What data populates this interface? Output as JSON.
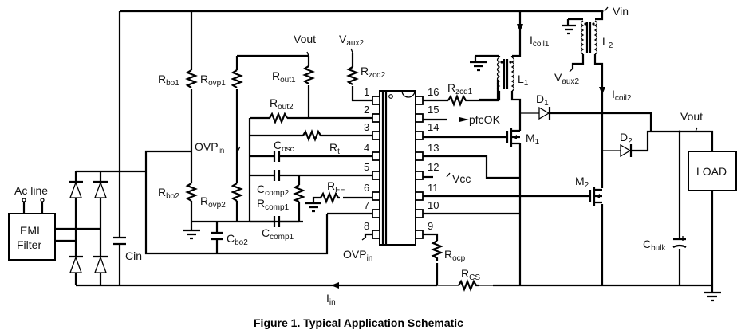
{
  "caption": "Figure 1. Typical Application Schematic",
  "inputs": {
    "ac_line": "Ac line",
    "emi_filter_line1": "EMI",
    "emi_filter_line2": "Filter"
  },
  "components": {
    "cin": "Cin",
    "rbo1": {
      "main": "R",
      "sub": "bo1"
    },
    "rbo2": {
      "main": "R",
      "sub": "bo2"
    },
    "rovp1": {
      "main": "R",
      "sub": "ovp1"
    },
    "rovp2": {
      "main": "R",
      "sub": "ovp2"
    },
    "rout1": {
      "main": "R",
      "sub": "out1"
    },
    "rout2": {
      "main": "R",
      "sub": "out2"
    },
    "rt": {
      "main": "R",
      "sub": "t"
    },
    "cosc": {
      "main": "C",
      "sub": "osc"
    },
    "ccomp2": {
      "main": "C",
      "sub": "comp2"
    },
    "rcomp1": {
      "main": "R",
      "sub": "comp1"
    },
    "ccomp1": {
      "main": "C",
      "sub": "comp1"
    },
    "rff": {
      "main": "R",
      "sub": "FF"
    },
    "cbo2": {
      "main": "C",
      "sub": "bo2"
    },
    "rzcd2": {
      "main": "R",
      "sub": "zcd2"
    },
    "rzcd1": {
      "main": "R",
      "sub": "zcd1"
    },
    "rocp": {
      "main": "R",
      "sub": "ocp"
    },
    "rcs": {
      "main": "R",
      "sub": "CS"
    },
    "l1": {
      "main": "L",
      "sub": "1"
    },
    "l2": {
      "main": "L",
      "sub": "2"
    },
    "d1": {
      "main": "D",
      "sub": "1"
    },
    "d2": {
      "main": "D",
      "sub": "2"
    },
    "m1": {
      "main": "M",
      "sub": "1"
    },
    "m2": {
      "main": "M",
      "sub": "2"
    },
    "cbulk": {
      "main": "C",
      "sub": "bulk"
    },
    "load": "LOAD"
  },
  "nets": {
    "vin": "Vin",
    "vout_top": "Vout",
    "vout_right": "Vout",
    "vaux2_top": {
      "main": "V",
      "sub": "aux2"
    },
    "vaux2_right": {
      "main": "V",
      "sub": "aux2"
    },
    "ovp_in_left": {
      "main": "OVP",
      "sub": "in"
    },
    "ovp_in_bottom": {
      "main": "OVP",
      "sub": "in"
    },
    "pfcok": "pfcOK",
    "vcc": "Vcc",
    "icoil1": {
      "main": "I",
      "sub": "coil1"
    },
    "icoil2": {
      "main": "I",
      "sub": "coil2"
    },
    "iin": {
      "main": "I",
      "sub": "in"
    }
  },
  "ic_pins": {
    "left": [
      "1",
      "2",
      "3",
      "4",
      "5",
      "6",
      "7",
      "8"
    ],
    "right": [
      "16",
      "15",
      "14",
      "13",
      "12",
      "11",
      "10",
      "9"
    ]
  }
}
